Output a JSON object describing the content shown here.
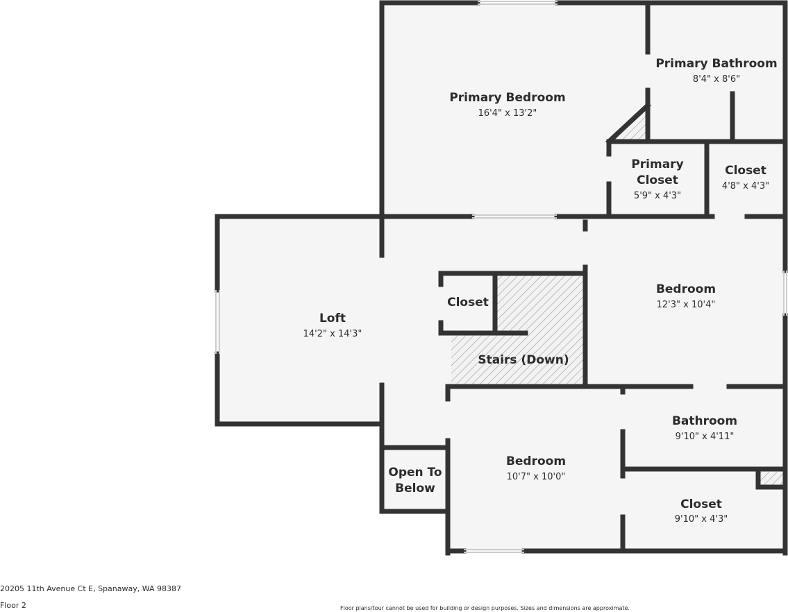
{
  "rooms": {
    "primary_bedroom": {
      "name": "Primary Bedroom",
      "dims": "16'4\" x 13'2\""
    },
    "primary_bathroom": {
      "name": "Primary Bathroom",
      "dims": "8'4\" x 8'6\""
    },
    "primary_closet": {
      "name_line1": "Primary",
      "name_line2": "Closet",
      "dims": "5'9\" x 4'3\""
    },
    "closet_upper_right": {
      "name": "Closet",
      "dims": "4'8\" x 4'3\""
    },
    "loft": {
      "name": "Loft",
      "dims": "14'2\" x 14'3\""
    },
    "closet_small": {
      "name": "Closet"
    },
    "stairs": {
      "name": "Stairs (Down)"
    },
    "bedroom_right": {
      "name": "Bedroom",
      "dims": "12'3\" x 10'4\""
    },
    "open_to_below": {
      "name_line1": "Open To",
      "name_line2": "Below"
    },
    "bedroom_lower": {
      "name": "Bedroom",
      "dims": "10'7\" x 10'0\""
    },
    "bathroom": {
      "name": "Bathroom",
      "dims": "9'10\" x 4'11\""
    },
    "closet_lower_right": {
      "name": "Closet",
      "dims": "9'10\" x 4'3\""
    }
  },
  "footer": {
    "address": "20205 11th Avenue Ct E, Spanaway, WA 98387",
    "floor": "Floor 2",
    "disclaimer": "Floor plans/tour cannot be used for building or design purposes. Sizes and dimensions are approximate."
  },
  "colors": {
    "wall": "#333333",
    "floor": "#f5f5f5",
    "hatch": "#999999"
  }
}
